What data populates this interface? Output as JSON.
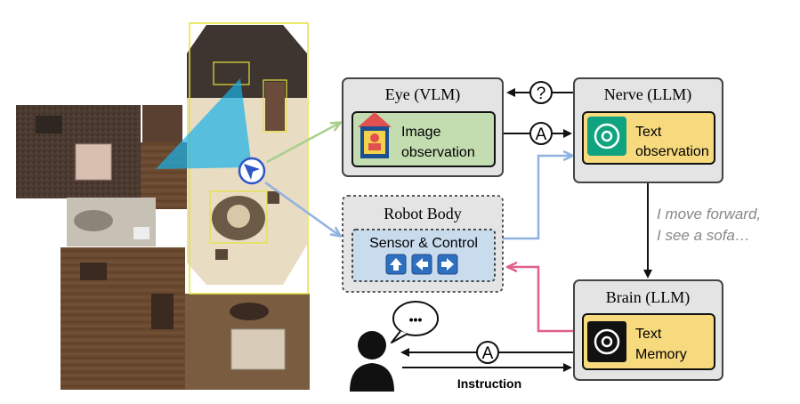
{
  "eye": {
    "title": "Eye (VLM)",
    "inner_line1": "Image",
    "inner_line2": "observation"
  },
  "nerve": {
    "title": "Nerve (LLM)",
    "inner_line1": "Text",
    "inner_line2": "observation"
  },
  "robot": {
    "title": "Robot Body",
    "inner_label": "Sensor & Control",
    "arrow_icons": [
      "arrow-up-icon",
      "arrow-left-icon",
      "arrow-right-icon"
    ]
  },
  "brain": {
    "title": "Brain (LLM)",
    "inner_line1": "Text",
    "inner_line2": "Memory"
  },
  "query_symbol": "?",
  "answer_symbol": "A",
  "nerve_note": {
    "line1": "I move forward,",
    "line2": "I see a sofa…"
  },
  "instruction_label": "Instruction",
  "speech_bubble_dots": "•••",
  "colors": {
    "box_gray": "#e4e4e4",
    "eye_inner": "#c3ddb0",
    "llm_inner": "#f7d97e",
    "robot_inner": "#c9dcee",
    "green_arrow": "#a9cf8c",
    "blue_arrow": "#8fb2e0",
    "pink_arrow": "#e0608a",
    "fov_cyan": "#1ab0e8"
  }
}
